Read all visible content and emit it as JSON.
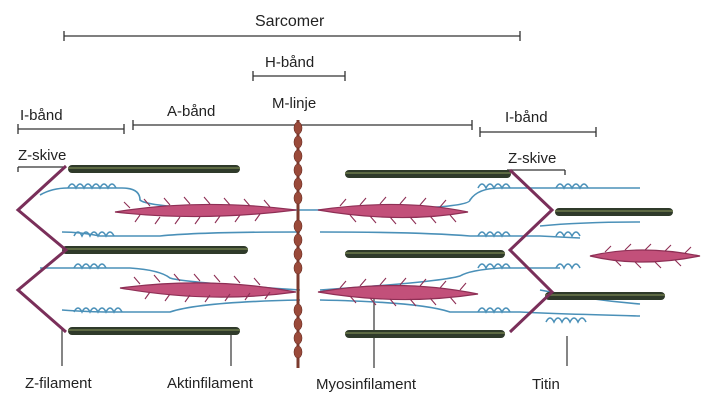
{
  "labels": {
    "sarcomer": "Sarcomer",
    "h_band": "H-bånd",
    "m_line": "M-linje",
    "i_band_left": "I-bånd",
    "a_band": "A-bånd",
    "i_band_right": "I-bånd",
    "z_disc_left": "Z-skive",
    "z_disc_right": "Z-skive",
    "z_filament": "Z-filament",
    "actin_filament": "Aktinfilament",
    "myosin_filament": "Myosinfilament",
    "titin": "Titin"
  },
  "colors": {
    "actin": "#2f3a2a",
    "actin_highlight": "#6d7a4c",
    "myosin": "#c2507a",
    "myosin_dark": "#8e2f55",
    "titin": "#4a90b8",
    "z_disc": "#7a2f5a",
    "m_line": "#7b3a2e",
    "bracket": "#333333"
  },
  "icons": {
    "actin": "beaded-filament",
    "myosin": "feathered-thick-filament",
    "titin": "coiled-spring-line"
  }
}
